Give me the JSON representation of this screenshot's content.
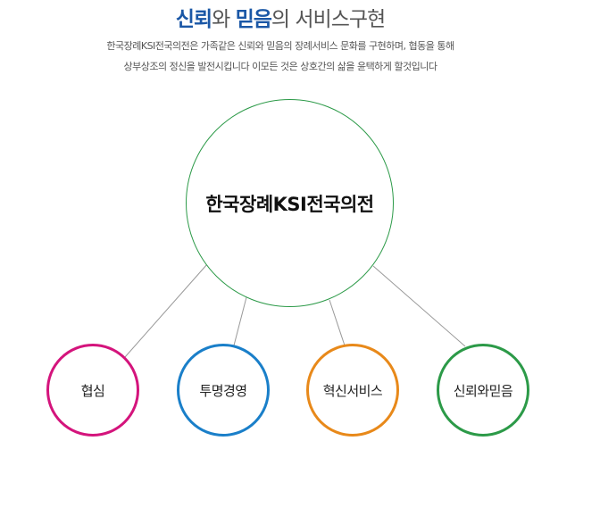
{
  "title": {
    "strong1": "신뢰",
    "text1": "와 ",
    "strong2": "믿음",
    "text2": "의 서비스구현"
  },
  "description": {
    "line1": "한국장례KSI전국의전은 가족같은 신뢰와 믿음의 장례서비스 문화를 구현하며, 협동을 통해",
    "line2": "상부상조의 정신을 발전시킵니다 이모든 것은 상호간의 삶을 윤택하게 할것입니다"
  },
  "diagram": {
    "center": "한국장례KSI전국의전",
    "nodes": [
      {
        "label": "협심",
        "color": "#d4147c"
      },
      {
        "label": "투명경영",
        "color": "#1a7fc9"
      },
      {
        "label": "혁신서비스",
        "color": "#e8891a"
      },
      {
        "label": "신뢰와믿음",
        "color": "#2c9a48"
      }
    ],
    "center_color": "#2c9a48",
    "line_color": "#999999"
  }
}
